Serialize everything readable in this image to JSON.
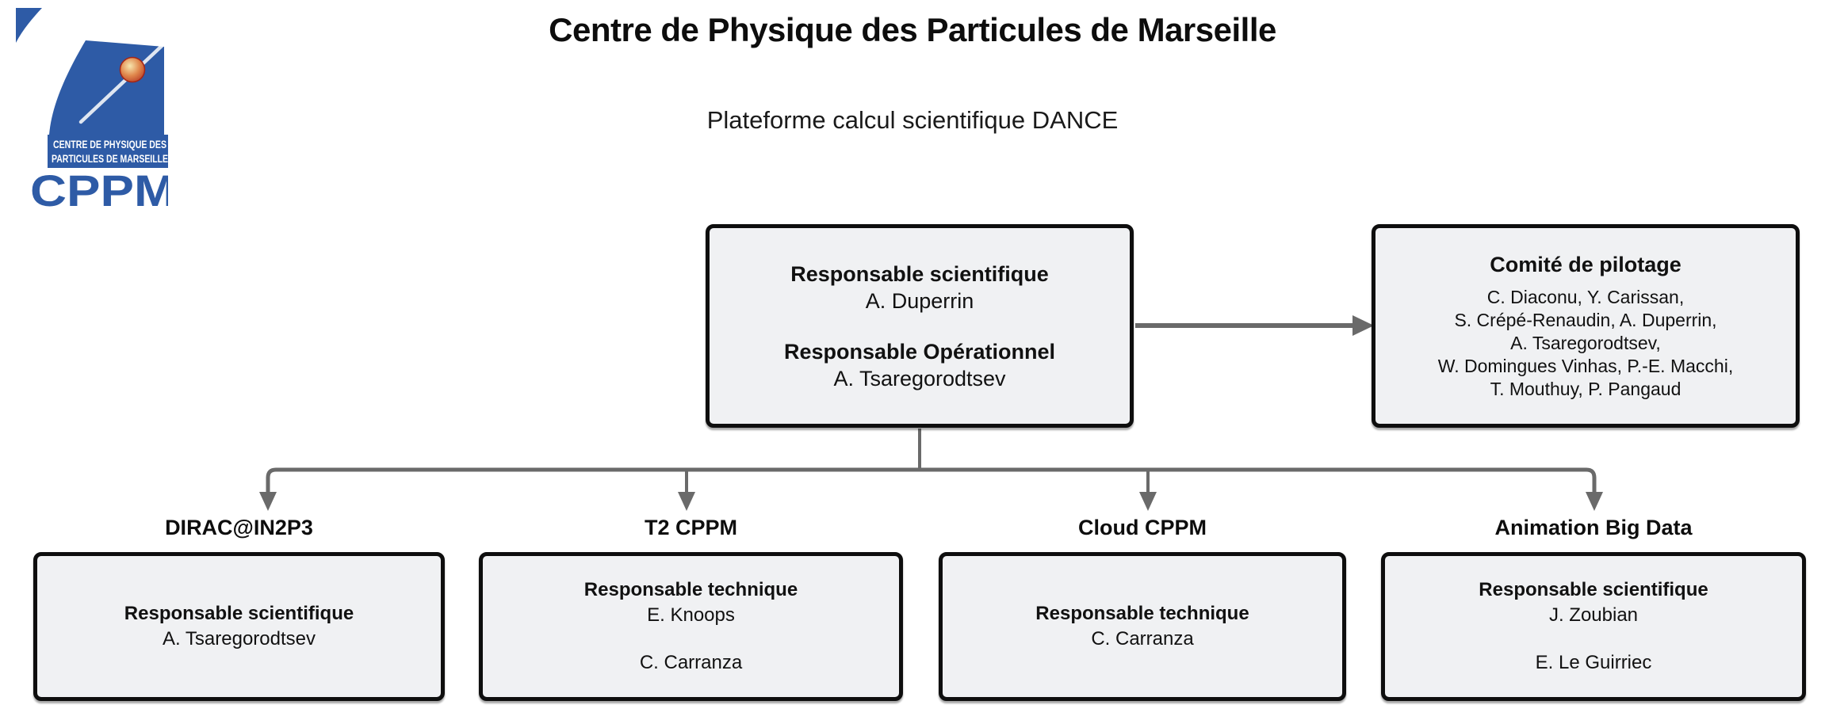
{
  "header": {
    "title": "Centre de Physique des Particules de Marseille",
    "subtitle": "Plateforme calcul scientifique DANCE"
  },
  "logo": {
    "band_line1": "CENTRE DE PHYSIQUE DES",
    "band_line2": "PARTICULES DE MARSEILLE",
    "acronym": "CPPM"
  },
  "direction_box": {
    "role1_label": "Responsable scientifique",
    "role1_name": "A. Duperrin",
    "role2_label": "Responsable Opérationnel",
    "role2_name": "A. Tsaregorodtsev"
  },
  "comite": {
    "title": "Comité de pilotage",
    "members_lines": [
      "C. Diaconu, Y. Carissan,",
      "S. Crépé-Renaudin, A. Duperrin,",
      "A. Tsaregorodtsev,",
      "W. Domingues Vinhas, P.-E. Macchi,",
      "T. Mouthuy, P. Pangaud"
    ]
  },
  "units": [
    {
      "label": "DIRAC@IN2P3",
      "role_label": "Responsable scientifique",
      "name_a": "A. Tsaregorodtsev"
    },
    {
      "label": "T2 CPPM",
      "role_label": "Responsable technique",
      "name_a": "E. Knoops",
      "name_b": "C. Carranza"
    },
    {
      "label": "Cloud CPPM",
      "role_label": "Responsable technique",
      "name_a": "C. Carranza"
    },
    {
      "label": "Animation Big Data",
      "role_label": "Responsable scientifique",
      "name_a": "J. Zoubian",
      "name_b": "E. Le Guirriec"
    }
  ],
  "colors": {
    "text": "#111111",
    "box_fill": "#f0f1f3",
    "box_border": "#0e0e0e",
    "connector": "#6a6a6a",
    "logo_blue": "#2e5ba6",
    "ball_orange": "#c44a2a"
  }
}
